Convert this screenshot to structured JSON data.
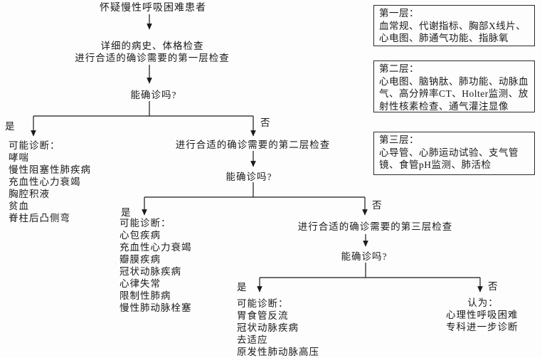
{
  "flowchart": {
    "start": "怀疑慢性呼吸困难患者",
    "step1": {
      "lines": [
        "详细的病史、体格检查",
        "进行合适的确诊需要的第一层检查"
      ]
    },
    "question1": "能确诊吗?",
    "yes_label": "是",
    "no_label": "否",
    "diagnosis1": {
      "title": "可能诊断：",
      "items": [
        "哮喘",
        "慢性阻塞性肺疾病",
        "充血性心力衰竭",
        "胸腔积液",
        "贫血",
        "脊柱后凸侧弯"
      ]
    },
    "step2": "进行合适的确诊需要的第二层检查",
    "question2": "能确诊吗?",
    "diagnosis2": {
      "title": "可能诊断：",
      "items": [
        "心包疾病",
        "充血性心力衰竭",
        "瓣膜疾病",
        "冠状动脉疾病",
        "心律失常",
        "限制性肺病",
        "慢性肺动脉栓塞"
      ]
    },
    "step3": "进行合适的确诊需要的第三层检查",
    "question3": "能确诊吗?",
    "diagnosis3": {
      "title": "可能诊断：",
      "items": [
        "胃食管反流",
        "冠状动脉疾病",
        "去适应",
        "原发性肺动脉高压"
      ]
    },
    "conclusion": {
      "title": "认为：",
      "items": [
        "心理性呼吸困难",
        "专科进一步诊断"
      ]
    }
  },
  "reference_boxes": [
    {
      "title": "第一层：",
      "lines": [
        "血常规、代谢指标、胸部X线片、",
        "心电图、肺通气功能、指脉氧"
      ]
    },
    {
      "title": "第二层：",
      "lines": [
        "心电图、脑钠肽、肺功能、动脉血",
        "气、高分辨率CT、Holter监测、放",
        "射性核素检查、通气灌注显像"
      ]
    },
    {
      "title": "第三层：",
      "lines": [
        "心导管、心肺运动试验、支气管",
        "镜、食管pH监测、肺活检"
      ]
    }
  ],
  "colors": {
    "line": "#1a1a1a",
    "text": "#1a1a1a",
    "background": "#fdfdfd",
    "box_border": "#2b2b2b"
  }
}
